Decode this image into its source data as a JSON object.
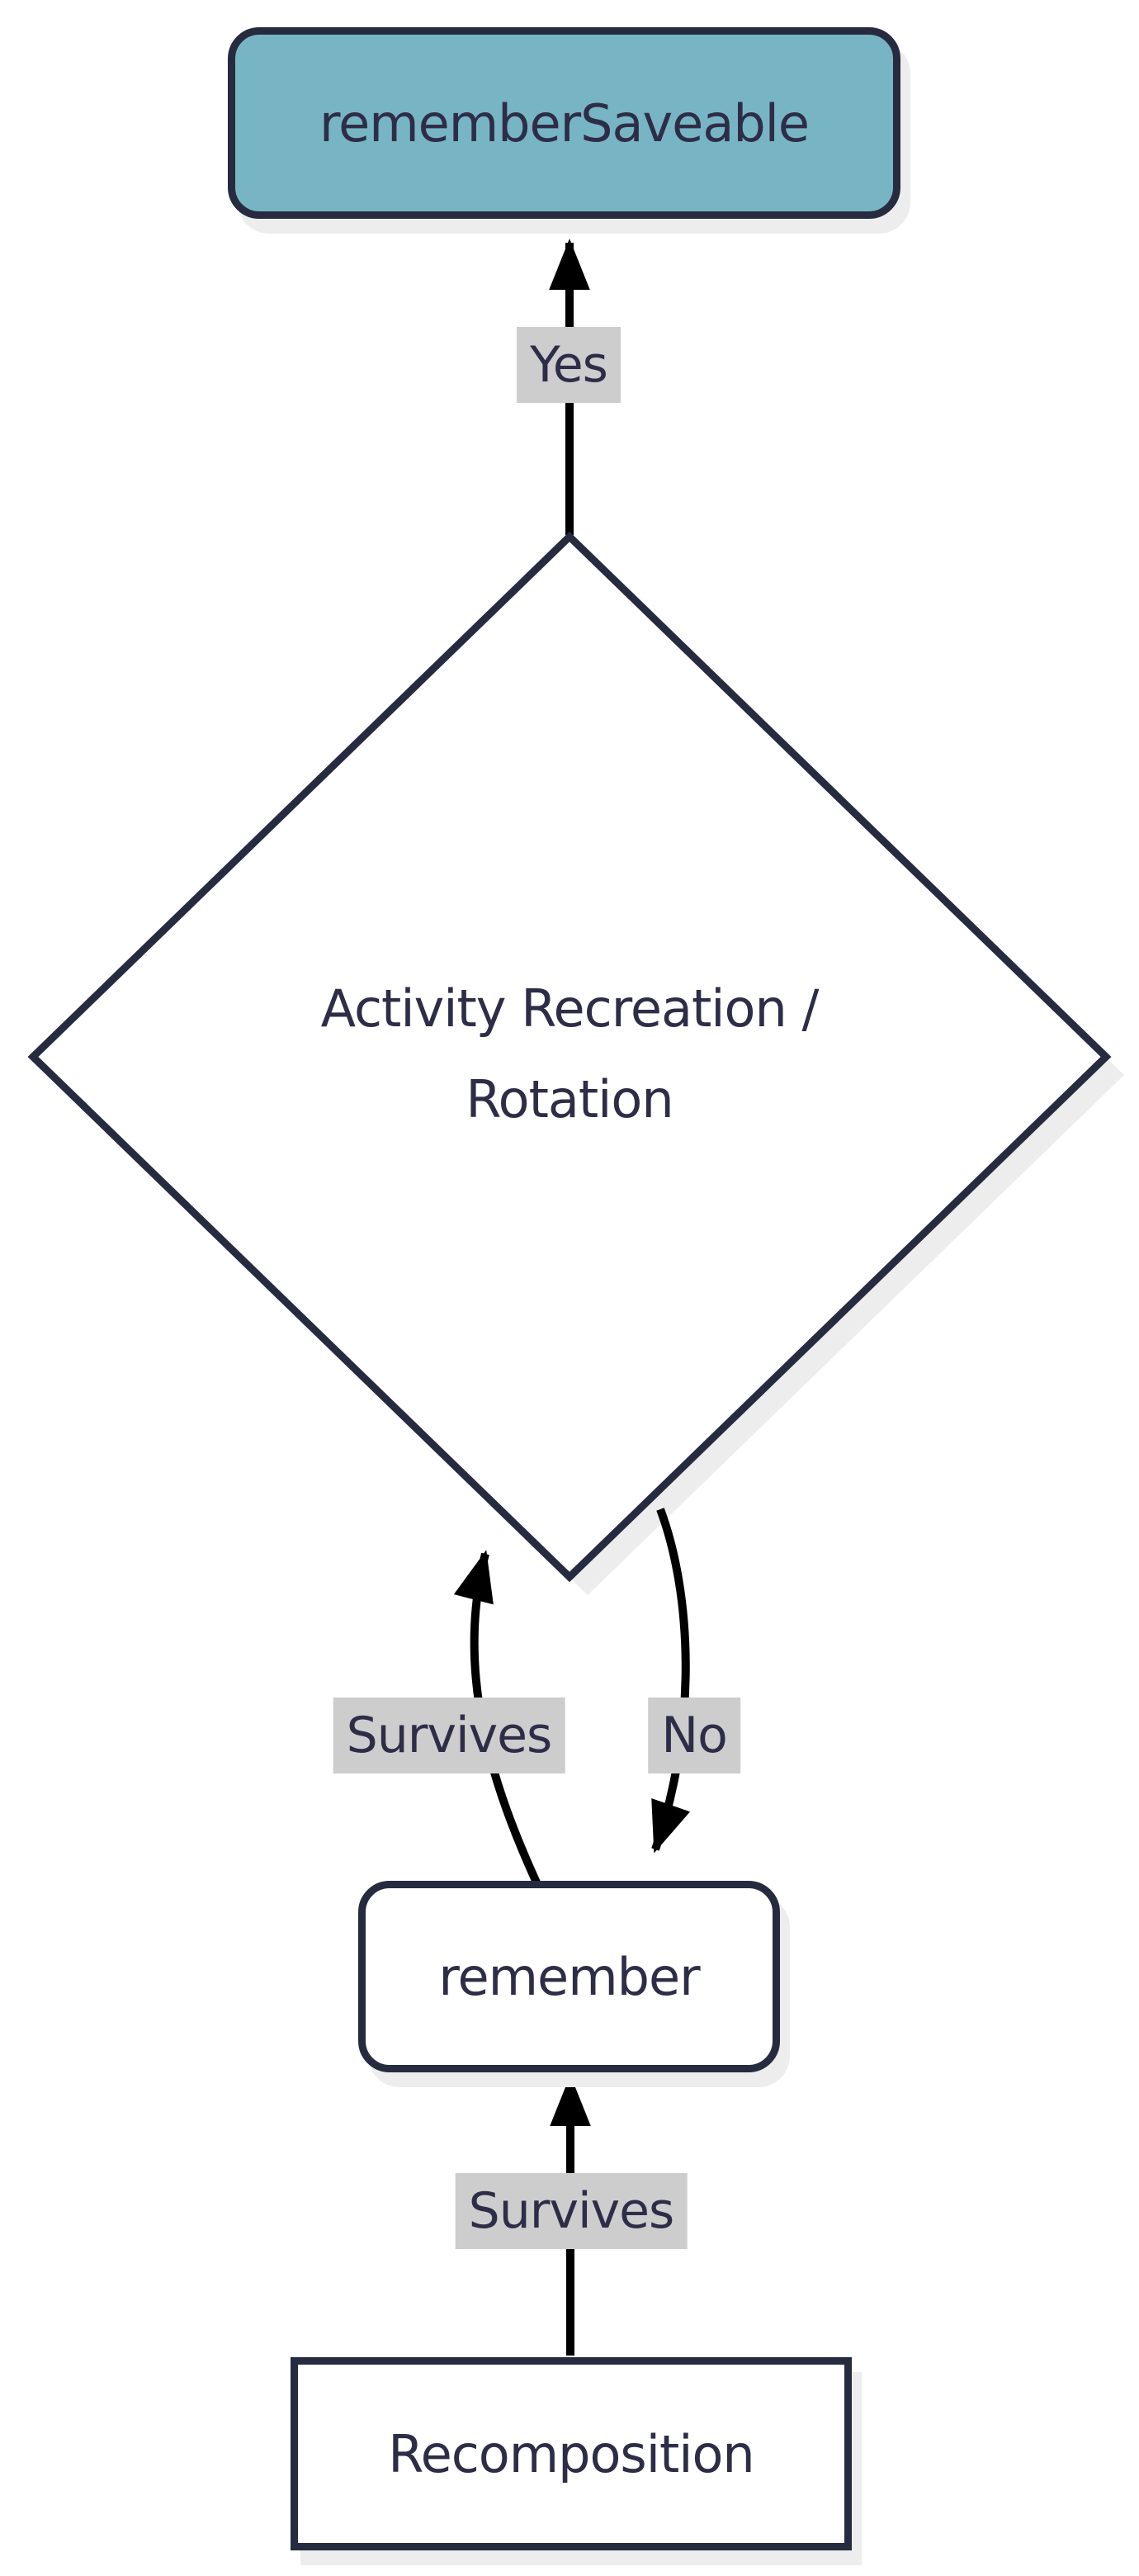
{
  "diagram": {
    "type": "flowchart",
    "direction": "bottom-to-top",
    "nodes": {
      "remember_saveable": {
        "label": "rememberSaveable",
        "shape": "rounded-rect",
        "emphasis": "highlighted"
      },
      "decision": {
        "label": "Activity Recreation / Rotation",
        "line1": "Activity Recreation /",
        "line2": "Rotation",
        "shape": "diamond"
      },
      "remember": {
        "label": "remember",
        "shape": "rounded-rect"
      },
      "recomposition": {
        "label": "Recomposition",
        "shape": "rect"
      }
    },
    "edges": {
      "decision_to_remember_saveable": {
        "label": "Yes"
      },
      "remember_to_decision": {
        "label": "Survives"
      },
      "decision_to_remember": {
        "label": "No"
      },
      "recomposition_to_remember": {
        "label": "Survives"
      }
    },
    "colors": {
      "background": "#ffffff",
      "node_border": "#272b3f",
      "node_fill": "#ffffff",
      "highlight_fill": "#78b5c4",
      "edge_line": "#000000",
      "edge_label_bg": "#cdcdcd",
      "text": "#2e2d48",
      "shadow": "#ededed"
    }
  }
}
